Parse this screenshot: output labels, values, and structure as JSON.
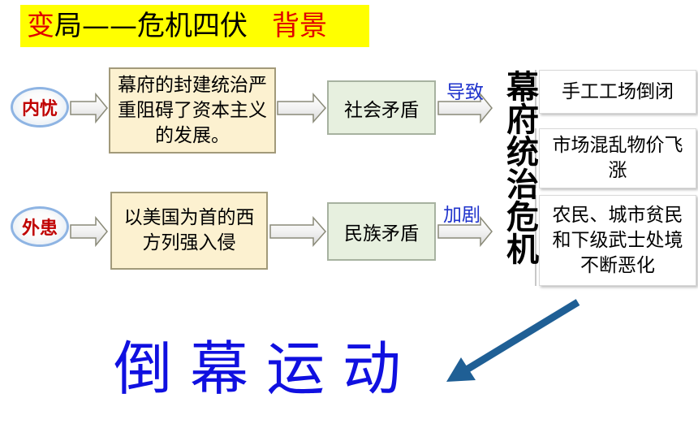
{
  "title": {
    "part1": "变",
    "part2": "局——危机四伏",
    "part3": "背景"
  },
  "ovals": {
    "inner": "内忧",
    "outer": "外患"
  },
  "row1": {
    "cause": "幕府的封建统治严重阻碍了资本主义的发展。",
    "contradiction": "社会矛盾",
    "link_label": "导致"
  },
  "row2": {
    "cause": "以美国为首的西方列强入侵",
    "contradiction": "民族矛盾",
    "link_label": "加剧"
  },
  "crisis_title": "幕府统治危机",
  "crisis_items": [
    "手工工场倒闭",
    "市场混乱物价飞涨",
    "农民、城市贫民和下级武士处境不断恶化"
  ],
  "result": "倒幕运动",
  "colors": {
    "title_bg": "#ffff00",
    "title_accent": "#e00000",
    "oval_text": "#c00000",
    "link_label": "#1f33cc",
    "result_text": "#1010e0",
    "big_arrow": "#1f5f95"
  }
}
